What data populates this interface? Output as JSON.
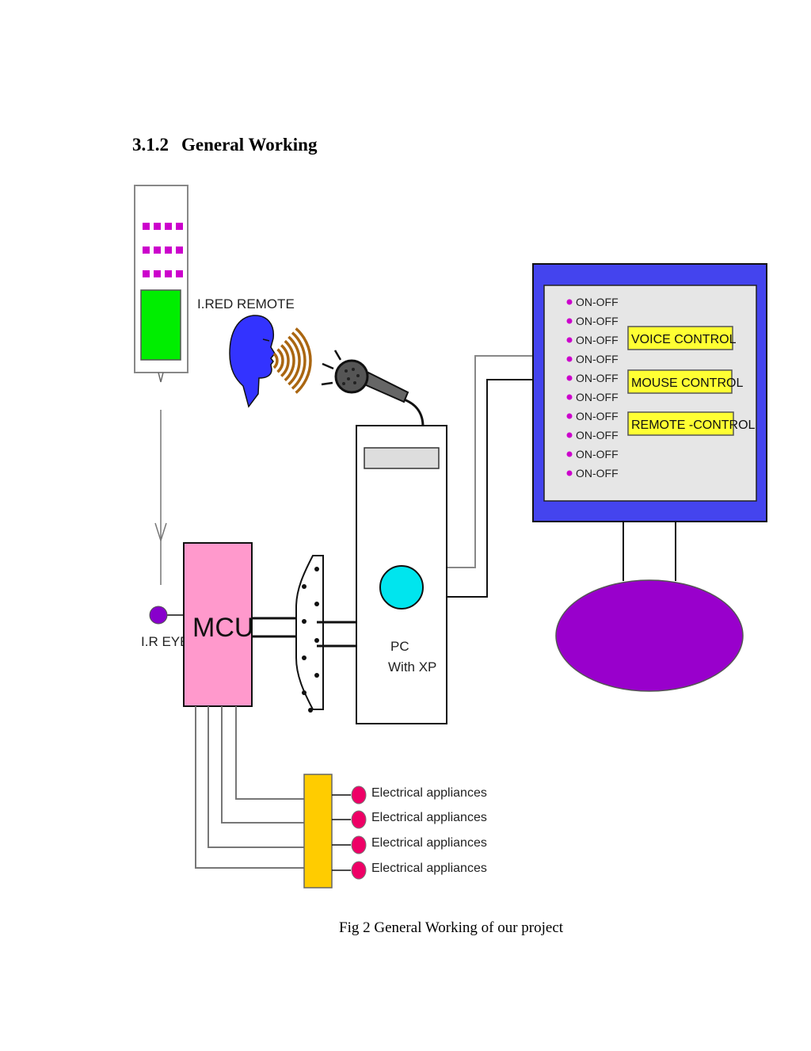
{
  "heading": {
    "number": "3.1.2",
    "title": "General Working"
  },
  "diagram": {
    "remote_label": "I.RED REMOTE",
    "ir_eye_label": "I.R EYE",
    "mcu_label": "MCU",
    "pc_label_line1": "PC",
    "pc_label_line2": "With XP",
    "screen_items": [
      "ON-OFF",
      "ON-OFF",
      "ON-OFF",
      "ON-OFF",
      "ON-OFF",
      "ON-OFF",
      "ON-OFF",
      "ON-OFF",
      "ON-OFF",
      "ON-OFF"
    ],
    "control_buttons": [
      "VOICE CONTROL",
      "MOUSE CONTROL",
      "REMOTE -CONTROL"
    ],
    "appliances": [
      "Electrical appliances",
      "Electrical appliances",
      "Electrical appliances",
      "Electrical appliances"
    ],
    "colors": {
      "remote_button": "#cc00cc",
      "remote_screen": "#00ee00",
      "head": "#3333ff",
      "mcu": "#ff99cc",
      "pc_lens": "#00e5ee",
      "monitor_frame": "#4444ee",
      "monitor_screen": "#e6e6e6",
      "control_button": "#ffff33",
      "monitor_stand": "#9900cc",
      "relay_block": "#ffcc00",
      "appliance_dot": "#ee0066",
      "ir_eye": "#8800cc",
      "sound_waves": "#aa6611"
    }
  },
  "caption": "Fig 2 General Working of our project"
}
